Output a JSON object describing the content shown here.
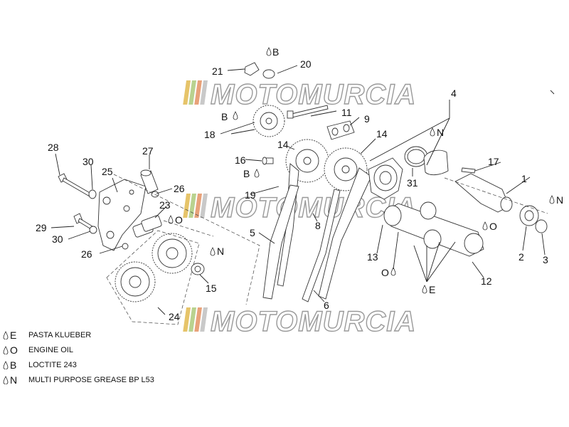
{
  "watermark": {
    "text": "MOTOMURCIA"
  },
  "part_numbers": [
    "1",
    "2",
    "3",
    "4",
    "5",
    "6",
    "8",
    "9",
    "11",
    "12",
    "13",
    "14",
    "14",
    "15",
    "16",
    "17",
    "18",
    "19",
    "20",
    "21",
    "23",
    "24",
    "25",
    "26",
    "26",
    "27",
    "28",
    "29",
    "30",
    "30",
    "31"
  ],
  "marker_codes": {
    "E": "E",
    "O": "O",
    "B": "B",
    "N": "N"
  },
  "legend": [
    {
      "code": "E",
      "text": "PASTA KLUEBER"
    },
    {
      "code": "O",
      "text": "ENGINE OIL"
    },
    {
      "code": "B",
      "text": "LOCTITE 243"
    },
    {
      "code": "N",
      "text": "MULTI PURPOSE GREASE BP L53"
    }
  ],
  "colors": {
    "line": "#222222",
    "watermark_stripes": [
      "#d8c25a",
      "#9fc98a",
      "#e6a06a"
    ]
  }
}
